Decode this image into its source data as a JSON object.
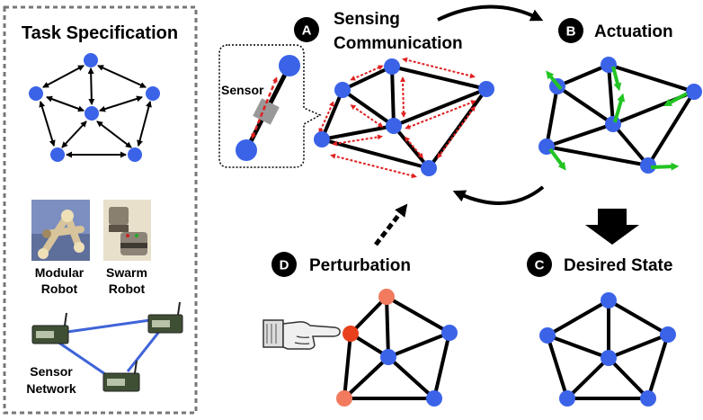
{
  "left_panel": {
    "title": "Task Specification",
    "modular_label": [
      "Modular",
      "Robot"
    ],
    "swarm_label": [
      "Swarm",
      "Robot"
    ],
    "sensor_network_label": [
      "Sensor",
      "Network"
    ]
  },
  "stages": {
    "a": {
      "badge": "A",
      "title_line1": "Sensing",
      "title_line2": "Communication"
    },
    "b": {
      "badge": "B",
      "title": "Actuation"
    },
    "c": {
      "badge": "C",
      "title": "Desired State"
    },
    "d": {
      "badge": "D",
      "title": "Perturbation"
    }
  },
  "callout": {
    "label": "Sensor"
  },
  "colors": {
    "node_blue": "#3b63e8",
    "node_red": "#e8401c",
    "node_salmon": "#f27a5e",
    "sensing_arrow_red": "#e02020",
    "actuation_arrow_green": "#22c422",
    "sensor_network_link": "#3f63d8"
  },
  "icons": {
    "badge": "black-circle-letter",
    "perturbation": "pointing-hand-icon",
    "flow": "curved-arrow-icon",
    "down": "block-arrow-down-icon"
  }
}
